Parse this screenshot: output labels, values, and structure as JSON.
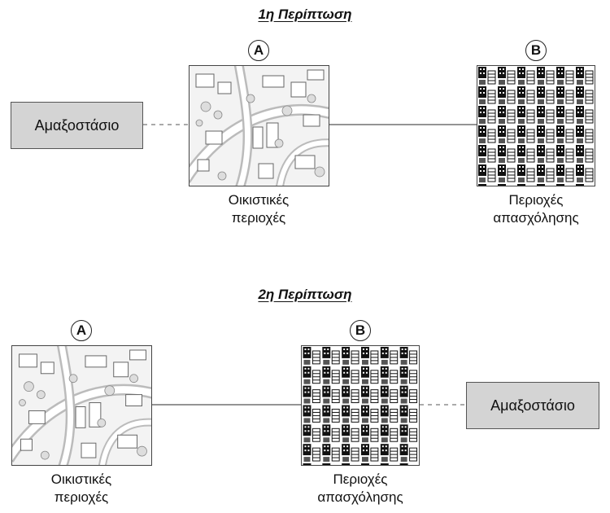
{
  "case1": {
    "title": "1η Περίπτωση",
    "badge_a": "A",
    "badge_b": "B",
    "depot": "Αμαξοστάσιο",
    "residential": [
      "Οικιστικές",
      "περιοχές"
    ],
    "employment": [
      "Περιοχές",
      "απασχόλησης"
    ]
  },
  "case2": {
    "title": "2η Περίπτωση",
    "badge_a": "A",
    "badge_b": "B",
    "depot": "Αμαξοστάσιο",
    "residential": [
      "Οικιστικές",
      "περιοχές"
    ],
    "employment": [
      "Περιοχές",
      "απασχόλησης"
    ]
  },
  "colors": {
    "depot_fill": "#d4d4d4",
    "line": "#555555"
  },
  "icons": {
    "residential_tile": "suburban-map-icon",
    "employment_tile": "city-blocks-icon"
  }
}
